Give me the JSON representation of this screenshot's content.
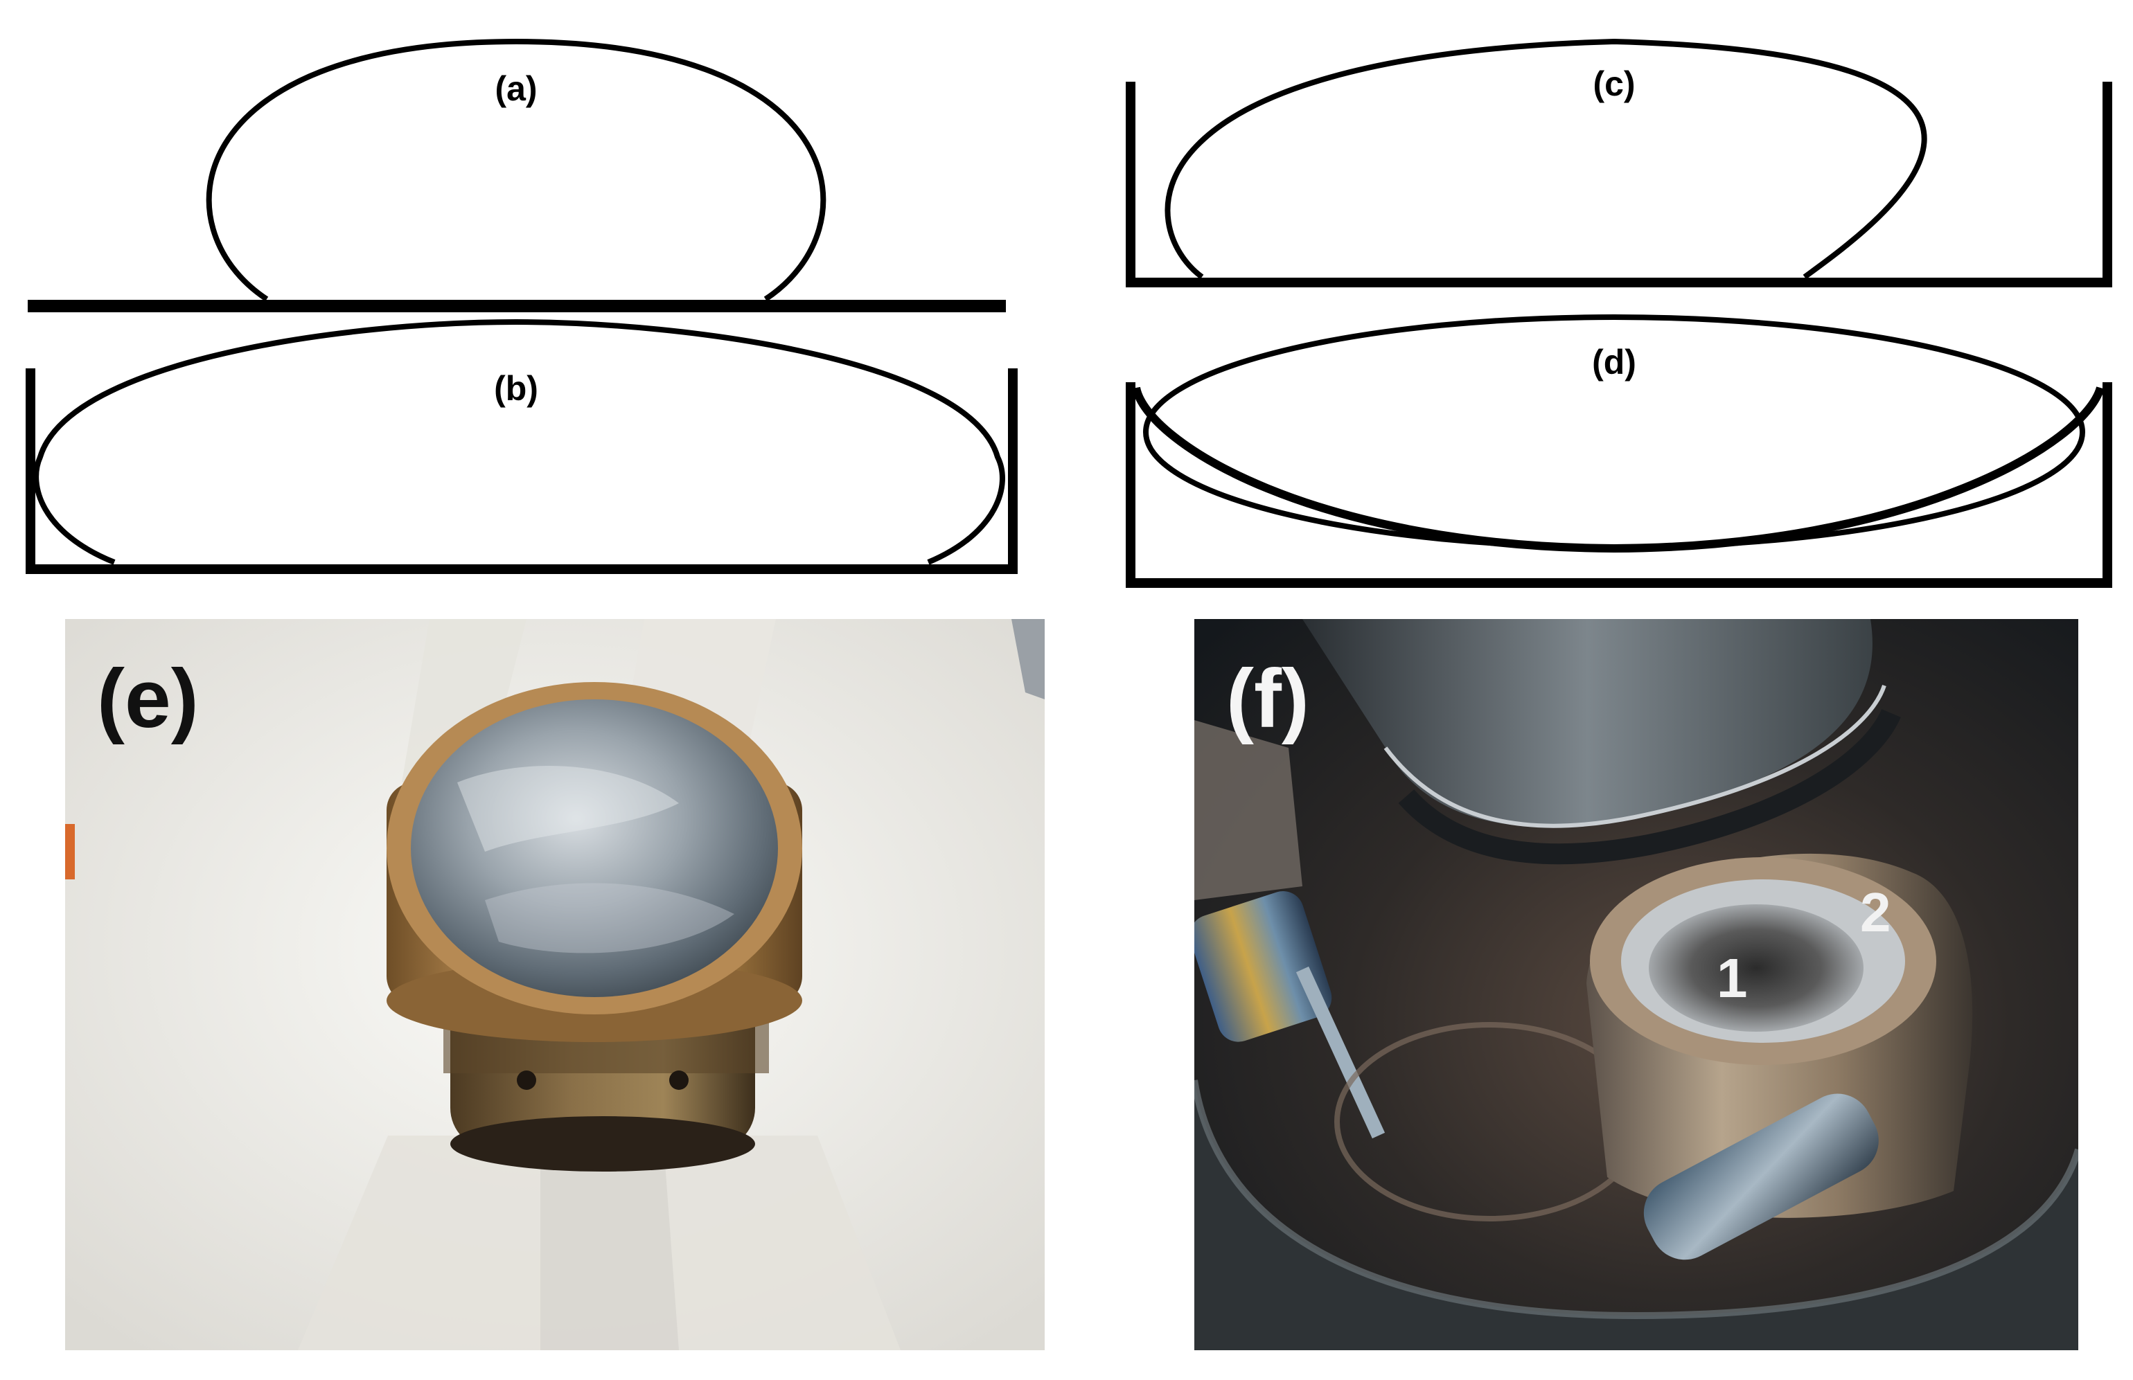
{
  "panels": {
    "a": {
      "label": "(a)"
    },
    "b": {
      "label": "(b)"
    },
    "c": {
      "label": "(c)"
    },
    "d": {
      "label": "(d)"
    },
    "e": {
      "label": "(e)"
    },
    "f": {
      "label": "(f)",
      "marker_1": "1",
      "marker_2": "2"
    }
  },
  "colors": {
    "line": "#000000",
    "background": "#ffffff",
    "insulation_white": "#f1f0ec",
    "brass": "#b48a4e",
    "metal_disc": "#aab3ba",
    "dark_chamber": "#1f2328"
  }
}
